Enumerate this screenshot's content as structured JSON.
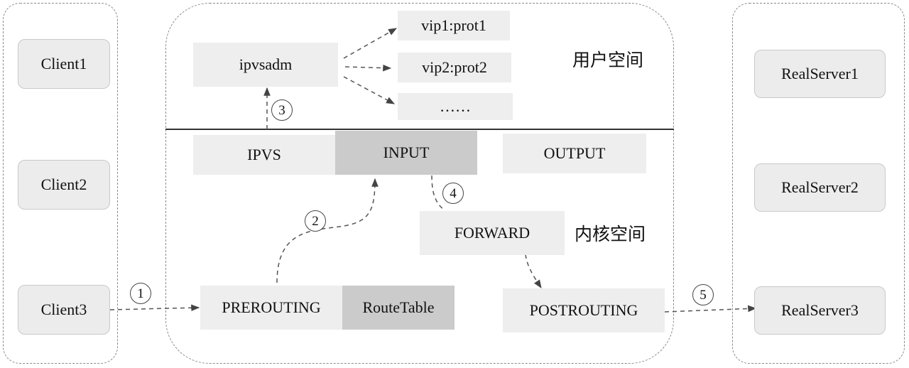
{
  "clients": [
    "Client1",
    "Client2",
    "Client3"
  ],
  "servers": [
    "RealServer1",
    "RealServer2",
    "RealServer3"
  ],
  "user_space": {
    "label": "用户空间",
    "ipvsadm": "ipvsadm",
    "vips": [
      "vip1:prot1",
      "vip2:prot2",
      "……"
    ]
  },
  "kernel_space": {
    "label": "内核空间",
    "ipvs": "IPVS",
    "input": "INPUT",
    "output": "OUTPUT",
    "forward": "FORWARD",
    "prerouting": "PREROUTING",
    "route_table": "RouteTable",
    "postrouting": "POSTROUTING"
  },
  "steps": [
    "1",
    "2",
    "3",
    "4",
    "5"
  ],
  "colors": {
    "box_light": "#eeeeee",
    "box_dark": "#cbcbcb",
    "border_dashed": "#8a8a8a",
    "line": "#555555"
  }
}
